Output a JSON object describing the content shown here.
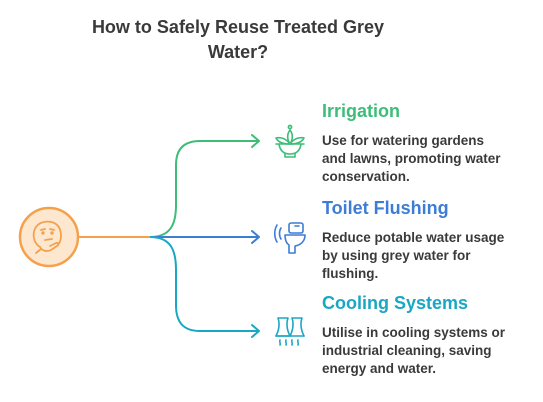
{
  "title": {
    "line1": "How to Safely Reuse Treated Grey",
    "line2": "Water?"
  },
  "colors": {
    "center": "#f5a04b",
    "irrigation": "#3dbd78",
    "toilet": "#3d7dd6",
    "cooling": "#1aa7c4",
    "text": "#3a3a3a"
  },
  "center_icon": "thinking-face-icon",
  "branches": [
    {
      "key": "irrigation",
      "icon": "potted-plant-icon",
      "title": "Irrigation",
      "desc": [
        "Use for watering gardens",
        "and lawns, promoting water",
        "conservation."
      ]
    },
    {
      "key": "toilet",
      "icon": "toilet-icon",
      "title": "Toilet Flushing",
      "desc": [
        "Reduce potable water usage",
        "by using grey water for",
        "flushing."
      ]
    },
    {
      "key": "cooling",
      "icon": "cooling-tower-icon",
      "title": "Cooling Systems",
      "desc": [
        "Utilise in cooling systems or",
        "industrial cleaning, saving",
        "energy and water."
      ]
    }
  ]
}
